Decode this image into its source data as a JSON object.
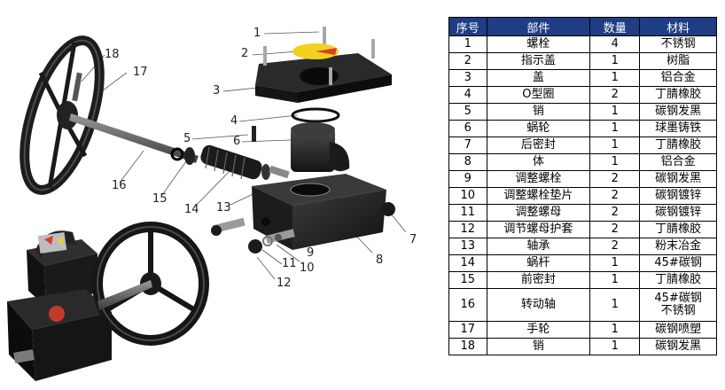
{
  "table": {
    "headers": [
      "序号",
      "部件",
      "数量",
      "材料"
    ],
    "rows": [
      {
        "no": "1",
        "part": "螺栓",
        "qty": "4",
        "material": "不锈钢"
      },
      {
        "no": "2",
        "part": "指示盖",
        "qty": "1",
        "material": "树脂"
      },
      {
        "no": "3",
        "part": "盖",
        "qty": "1",
        "material": "铝合金"
      },
      {
        "no": "4",
        "part": "O型圈",
        "qty": "2",
        "material": "丁腈橡胶"
      },
      {
        "no": "5",
        "part": "销",
        "qty": "1",
        "material": "碳钢发黑"
      },
      {
        "no": "6",
        "part": "蜗轮",
        "qty": "1",
        "material": "球墨铸铁"
      },
      {
        "no": "7",
        "part": "后密封",
        "qty": "1",
        "material": "丁腈橡胶"
      },
      {
        "no": "8",
        "part": "体",
        "qty": "1",
        "material": "铝合金"
      },
      {
        "no": "9",
        "part": "调整螺栓",
        "qty": "2",
        "material": "碳钢发黑"
      },
      {
        "no": "10",
        "part": "调整螺栓垫片",
        "qty": "2",
        "material": "碳钢镀锌"
      },
      {
        "no": "11",
        "part": "调整螺母",
        "qty": "2",
        "material": "碳钢镀锌"
      },
      {
        "no": "12",
        "part": "调节螺母护套",
        "qty": "2",
        "material": "丁腈橡胶"
      },
      {
        "no": "13",
        "part": "轴承",
        "qty": "2",
        "material": "粉末冶金"
      },
      {
        "no": "14",
        "part": "蜗杆",
        "qty": "1",
        "material": "45#碳钢"
      },
      {
        "no": "15",
        "part": "前密封",
        "qty": "1",
        "material": "丁腈橡胶"
      },
      {
        "no": "16",
        "part": "转动轴",
        "qty": "1",
        "material": "45#碳钢\n不锈钢"
      },
      {
        "no": "17",
        "part": "手轮",
        "qty": "1",
        "material": "碳钢喷塑"
      },
      {
        "no": "18",
        "part": "销",
        "qty": "1",
        "material": "碳钢发黑"
      }
    ]
  },
  "diagram": {
    "callouts": [
      "1",
      "2",
      "3",
      "4",
      "5",
      "6",
      "7",
      "8",
      "9",
      "10",
      "11",
      "12",
      "13",
      "14",
      "15",
      "16",
      "17",
      "18"
    ]
  },
  "colors": {
    "header_bg": "#1e3d84",
    "header_text": "#ffffff",
    "part_dark": "#2a2a2a",
    "indicator_yellow": "#f2d21c",
    "indicator_red": "#d8402a",
    "leader_line": "#555555"
  }
}
